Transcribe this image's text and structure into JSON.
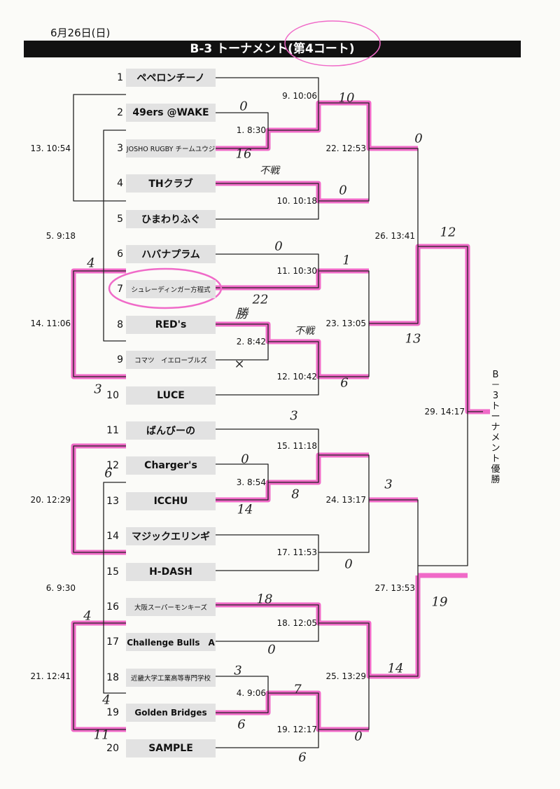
{
  "header": {
    "date": "6月26日(日)",
    "title": "B-3 トーナメント(第4コート)"
  },
  "teams": [
    {
      "no": "1",
      "name": "ペペロンチーノ"
    },
    {
      "no": "2",
      "name": "49ers @WAKE"
    },
    {
      "no": "3",
      "name": "JOSHO RUGBY チームユウジ"
    },
    {
      "no": "4",
      "name": "THクラブ"
    },
    {
      "no": "5",
      "name": "ひまわりふぐ"
    },
    {
      "no": "6",
      "name": "ハバナプラム"
    },
    {
      "no": "7",
      "name": "シュレーディンガー方程式"
    },
    {
      "no": "8",
      "name": "RED's"
    },
    {
      "no": "9",
      "name": "コマツ　イエローブルズ"
    },
    {
      "no": "10",
      "name": "LUCE"
    },
    {
      "no": "11",
      "name": "ばんびーの"
    },
    {
      "no": "12",
      "name": "Charger's"
    },
    {
      "no": "13",
      "name": "ICCHU"
    },
    {
      "no": "14",
      "name": "マジックエリンギ"
    },
    {
      "no": "15",
      "name": "H-DASH"
    },
    {
      "no": "16",
      "name": "大阪スーパーモンキーズ"
    },
    {
      "no": "17",
      "name": "Challenge Bulls　A"
    },
    {
      "no": "18",
      "name": "近畿大学工業高等専門学校"
    },
    {
      "no": "19",
      "name": "Golden Bridges"
    },
    {
      "no": "20",
      "name": "SAMPLE"
    }
  ],
  "matches": [
    {
      "id": "1",
      "label": "1. 8:30"
    },
    {
      "id": "2",
      "label": "2. 8:42"
    },
    {
      "id": "3",
      "label": "3. 8:54"
    },
    {
      "id": "4",
      "label": "4. 9:06"
    },
    {
      "id": "5",
      "label": "5. 9:18"
    },
    {
      "id": "6",
      "label": "6. 9:30"
    },
    {
      "id": "9",
      "label": "9. 10:06"
    },
    {
      "id": "10",
      "label": "10. 10:18"
    },
    {
      "id": "11",
      "label": "11. 10:30"
    },
    {
      "id": "12",
      "label": "12. 10:42"
    },
    {
      "id": "13",
      "label": "13. 10:54"
    },
    {
      "id": "14",
      "label": "14. 11:06"
    },
    {
      "id": "15",
      "label": "15. 11:18"
    },
    {
      "id": "17",
      "label": "17. 11:53"
    },
    {
      "id": "18",
      "label": "18. 12:05"
    },
    {
      "id": "19",
      "label": "19. 12:17"
    },
    {
      "id": "20",
      "label": "20. 12:29"
    },
    {
      "id": "21",
      "label": "21. 12:41"
    },
    {
      "id": "22",
      "label": "22. 12:53"
    },
    {
      "id": "23",
      "label": "23. 13:05"
    },
    {
      "id": "24",
      "label": "24. 13:17"
    },
    {
      "id": "25",
      "label": "25. 13:29"
    },
    {
      "id": "26",
      "label": "26. 13:41"
    },
    {
      "id": "27",
      "label": "27. 13:53"
    },
    {
      "id": "29",
      "label": "29. 14:17"
    }
  ],
  "champion_label": "B－3トーナメント　優勝",
  "handwritten": [
    "0",
    "16",
    "10",
    "不戦",
    "0",
    "0",
    "12",
    "0",
    "1",
    "4",
    "22",
    "勝",
    "不戦",
    "×",
    "13",
    "6",
    "3",
    "3",
    "0",
    "6",
    "8",
    "14",
    "3",
    "0",
    "18",
    "4",
    "19",
    "0",
    "14",
    "3",
    "7",
    "4",
    "6",
    "11",
    "0",
    "6"
  ],
  "colors": {
    "highlight": "#f06ac8",
    "line": "#222222",
    "title_bg": "#111111",
    "team_bg": "#e2e2e2"
  }
}
